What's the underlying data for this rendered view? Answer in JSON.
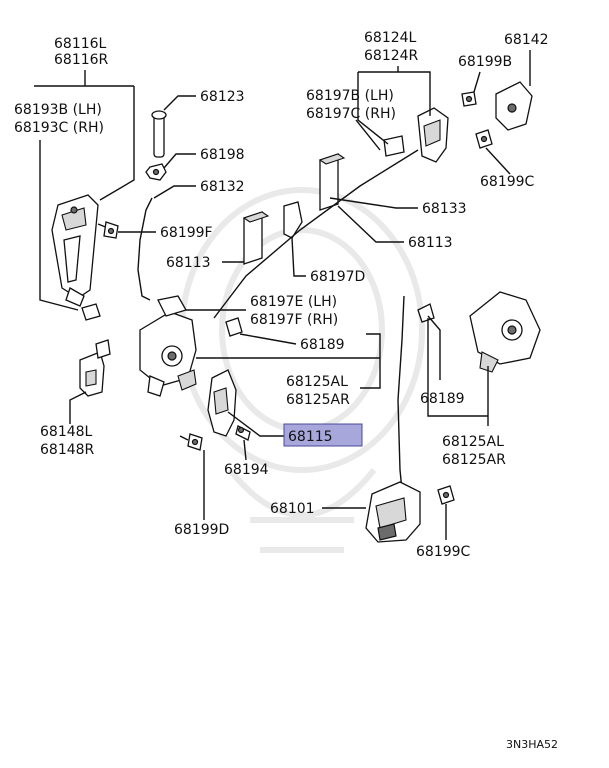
{
  "labels": {
    "p68116": [
      "68116L",
      "68116R"
    ],
    "p68193": [
      "68193B (LH)",
      "68193C (RH)"
    ],
    "p68123": "68123",
    "p68198": "68198",
    "p68132": "68132",
    "p68199F": "68199F",
    "p68113a": "68113",
    "p68124": [
      "68124L",
      "68124R"
    ],
    "p68142": "68142",
    "p68199B": "68199B",
    "p68197BC": [
      "68197B (LH)",
      "68197C (RH)"
    ],
    "p68199Ca": "68199C",
    "p68133": "68133",
    "p68113b": "68113",
    "p68197D": "68197D",
    "p68197EF": [
      "68197E (LH)",
      "68197F (RH)"
    ],
    "p68189a": "68189",
    "p68125a": [
      "68125AL",
      "68125AR"
    ],
    "p68148": [
      "68148L",
      "68148R"
    ],
    "p68115": "68115",
    "p68194": "68194",
    "p68199D": "68199D",
    "p68189b": "68189",
    "p68125b": [
      "68125AL",
      "68125AR"
    ],
    "p68101": "68101",
    "p68199Cb": "68199C"
  },
  "highlight_color": "#a7a7dc",
  "diagram_code": "3N3HA52"
}
